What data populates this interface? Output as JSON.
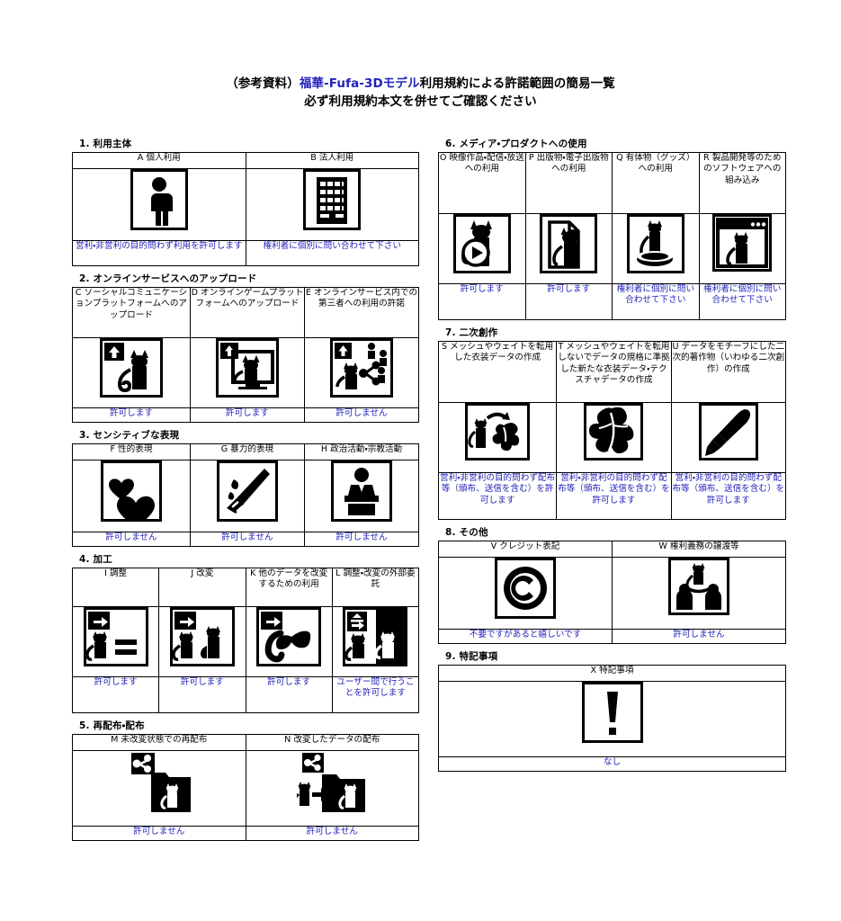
{
  "title": {
    "line1_pre": "（参考資料）",
    "line1_accent": "福華-Fufa-3Dモデル",
    "line1_post": "利用規約による許諾範囲の簡易一覧",
    "line2": "必ず利用規約本文を併せてご確認ください"
  },
  "colors": {
    "note_blue": "#2222bb",
    "ink": "#000000",
    "paper": "#ffffff"
  },
  "sections": [
    {
      "number": "1.",
      "heading": "1. 利用主体",
      "columns": [
        {
          "code": "A",
          "label": "A 個人利用",
          "icon": "person-icon",
          "note": "営利・非営利の目的問わず利用を許可します"
        },
        {
          "code": "B",
          "label": "B 法人利用",
          "icon": "building-icon",
          "note": "権利者に個別に問い合わせて下さい"
        }
      ]
    },
    {
      "number": "2.",
      "heading": "2. オンラインサービスへのアップロード",
      "columns": [
        {
          "code": "C",
          "label": "C ソーシャルコミュニケーションプラットフォームへのアップロード",
          "icon": "upload-cat-icon",
          "note": "許可します"
        },
        {
          "code": "D",
          "label": "D オンラインゲームプラットフォームへのアップロード",
          "icon": "upload-cat-monitor-icon",
          "note": "許可します"
        },
        {
          "code": "E",
          "label": "E オンラインサービス内での第三者への利用の許諾",
          "icon": "upload-cat-share-people-icon",
          "note": "許可しません"
        }
      ]
    },
    {
      "number": "3.",
      "heading": "3. センシティブな表現",
      "columns": [
        {
          "code": "F",
          "label": "F 性的表現",
          "icon": "hearts-icon",
          "note": "許可しません"
        },
        {
          "code": "G",
          "label": "G 暴力的表現",
          "icon": "knife-blood-icon",
          "note": "許可しません"
        },
        {
          "code": "H",
          "label": "H 政治活動・宗教活動",
          "icon": "podium-speaker-icon",
          "note": "許可しません"
        }
      ]
    },
    {
      "number": "4.",
      "heading": "4. 加工",
      "columns": [
        {
          "code": "I",
          "label": "I 調整",
          "icon": "arrow-cat-equals-icon",
          "note": "許可します"
        },
        {
          "code": "J",
          "label": "J 改変",
          "icon": "arrow-cat-two-icon",
          "note": "許可します"
        },
        {
          "code": "K",
          "label": "K 他のデータを改変するための利用",
          "icon": "arrow-tail-bow-icon",
          "note": "許可します"
        },
        {
          "code": "L",
          "label": "L 調整・改変の外部委託",
          "icon": "arrow-cat-outsource-icon",
          "note": "ユーザー間で行うことを許可します"
        }
      ]
    },
    {
      "number": "5.",
      "heading": "5. 再配布・配布",
      "columns": [
        {
          "code": "M",
          "label": "M 未改変状態での再配布",
          "icon": "share-folder-cat-icon",
          "note": "許可しません"
        },
        {
          "code": "N",
          "label": "N 改変したデータの配布",
          "icon": "share-folder-cat-modified-icon",
          "note": "許可しません"
        }
      ]
    },
    {
      "number": "6.",
      "heading": "6. メディア・プロダクトへの使用",
      "columns": [
        {
          "code": "O",
          "label": "O 映像作品・配信・放送への利用",
          "icon": "cat-play-button-icon",
          "note": "許可します"
        },
        {
          "code": "P",
          "label": "P 出版物・電子出版物への利用",
          "icon": "cat-page-icon",
          "note": "許可します"
        },
        {
          "code": "Q",
          "label": "Q 有体物（グッズ）への利用",
          "icon": "cat-figure-base-icon",
          "note": "権利者に個別に問い合わせて下さい"
        },
        {
          "code": "R",
          "label": "R 製品開発等のためのソフトウェアへの組み込み",
          "icon": "cat-app-window-icon",
          "note": "権利者に個別に問い合わせて下さい"
        }
      ]
    },
    {
      "number": "7.",
      "heading": "7. 二次創作",
      "columns": [
        {
          "code": "S",
          "label": "S メッシュやウェイトを転用した衣装データの作成",
          "icon": "cat-to-cloth-icon",
          "note": "営利・非営利の目的問わず配布等（頒布、送信を含む）を許可します"
        },
        {
          "code": "T",
          "label": "T メッシュやウェイトを転用しないでデータの規格に準拠した新たな衣装データ・テクスチャデータの作成",
          "icon": "cloth-burst-icon",
          "note": "営利・非営利の目的問わず配布等（頒布、送信を含む）を許可します"
        },
        {
          "code": "U",
          "label": "U データをモチーフにした二次的著作物（いわゆる二次創作）の作成",
          "icon": "paintbrush-icon",
          "note": "営利・非営利の目的問わず配布等（頒布、送信を含む）を許可します"
        }
      ]
    },
    {
      "number": "8.",
      "heading": "8. その他",
      "columns": [
        {
          "code": "V",
          "label": "V クレジット表記",
          "icon": "copyright-icon",
          "note": "不要ですがあると嬉しいです"
        },
        {
          "code": "W",
          "label": "W 権利義務の譲渡等",
          "icon": "transfer-people-cat-icon",
          "note": "許可しません"
        }
      ]
    },
    {
      "number": "9.",
      "heading": "9. 特記事項",
      "columns": [
        {
          "code": "X",
          "label": "X 特記事項",
          "icon": "exclamation-icon",
          "note": "なし"
        }
      ]
    }
  ]
}
